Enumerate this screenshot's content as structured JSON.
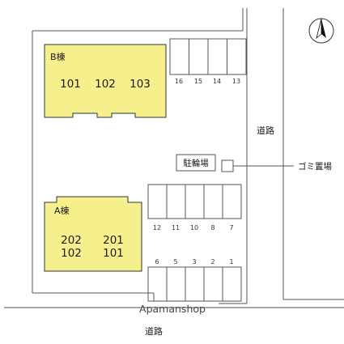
{
  "building_b": {
    "label": "B棟",
    "units": [
      "101",
      "102",
      "103"
    ]
  },
  "building_a": {
    "label": "A棟",
    "units_upper": [
      "202",
      "201"
    ],
    "units_lower": [
      "102",
      "101"
    ]
  },
  "parking_top": [
    "16",
    "15",
    "14",
    "13"
  ],
  "parking_mid": [
    "12",
    "11",
    "10",
    "8",
    "7"
  ],
  "parking_bottom": [
    "6",
    "5",
    "3",
    "2",
    "1"
  ],
  "bicycle_parking": "駐輪場",
  "garbage_area": "ゴミ置場",
  "road_right": "道路",
  "road_bottom": "道路",
  "watermark": "Apamanshop",
  "compass": {
    "icon": "north-arrow-icon"
  },
  "colors": {
    "building_fill": "#f6f08c"
  }
}
